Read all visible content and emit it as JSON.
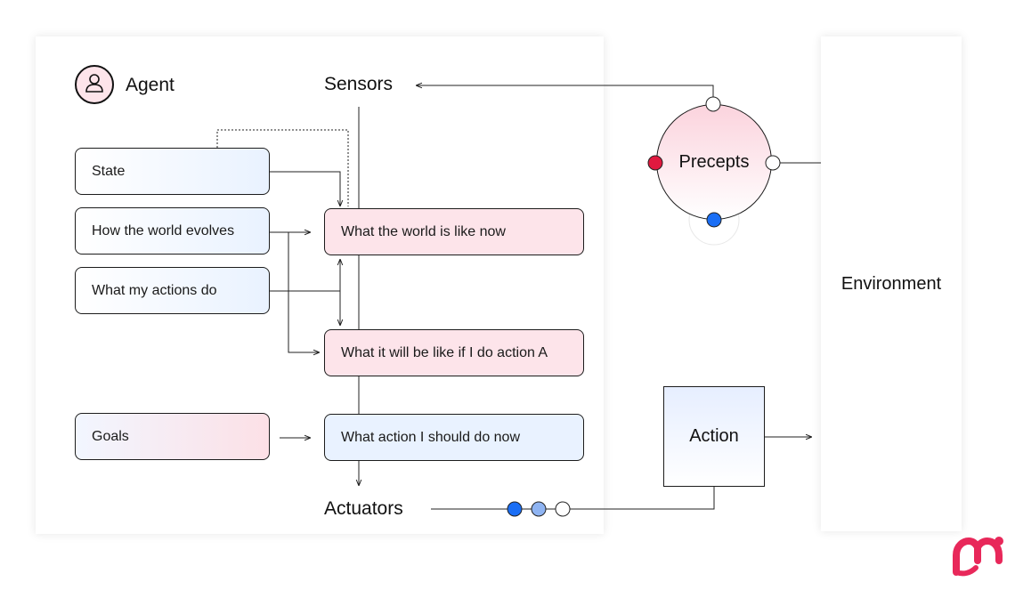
{
  "agent": {
    "title": "Agent",
    "sensors": "Sensors",
    "actuators": "Actuators",
    "boxes": {
      "state": "State",
      "world_evolves": "How the world evolves",
      "my_actions": "What my actions do",
      "goals": "Goals",
      "world_now": "What the world is like now",
      "if_action": "What it will be like if I do action A",
      "action_now": "What action I should do now"
    }
  },
  "precepts": "Precepts",
  "action": "Action",
  "environment": "Environment",
  "icons": {
    "agent": "user-icon",
    "logo": "brand-logo-icon"
  },
  "colors": {
    "pink_fill": "#fde4ea",
    "blue_fill": "#e9f2ff",
    "red_dot": "#e0193f",
    "blue_dot": "#1a6ef5",
    "light_blue_dot": "#8fb4f2",
    "brand": "#e8285a"
  }
}
